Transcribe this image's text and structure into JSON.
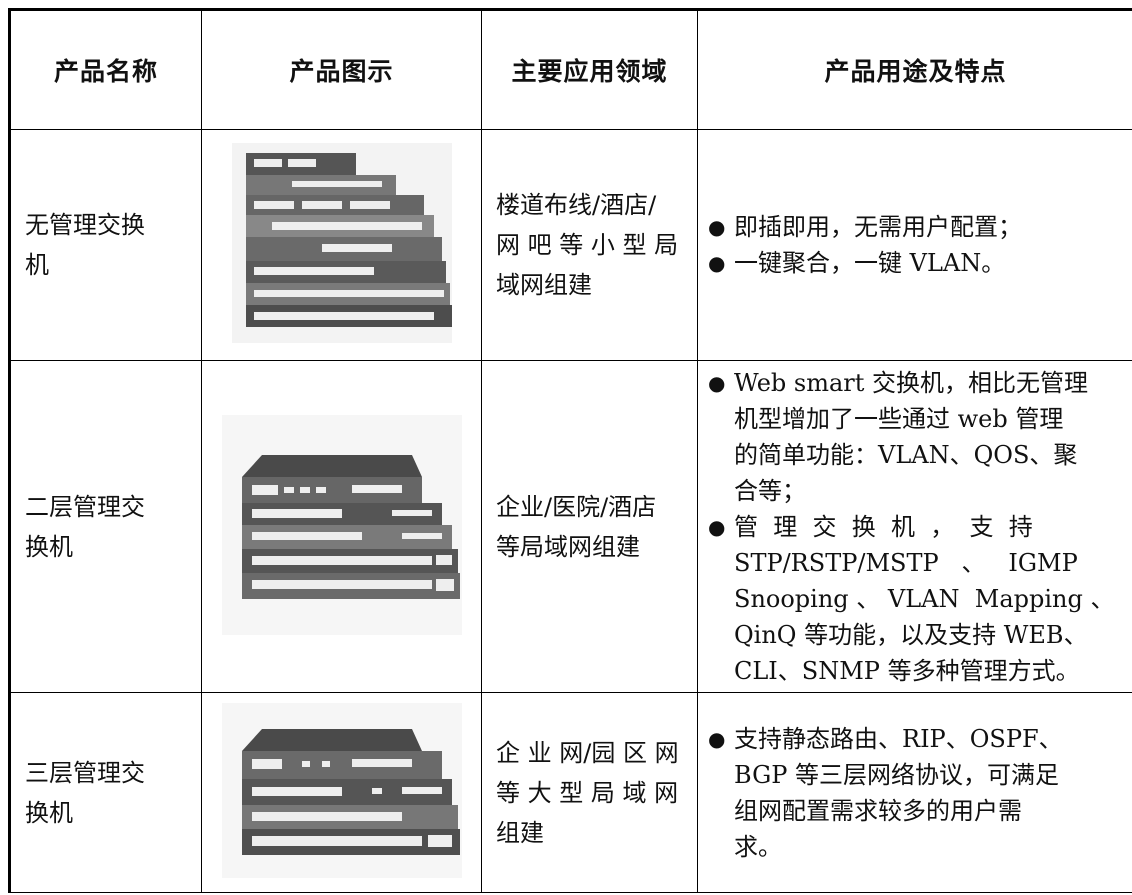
{
  "table": {
    "headers": [
      "产品名称",
      "产品图示",
      "主要应用领域",
      "产品用途及特点"
    ],
    "rows": [
      {
        "name_lines": [
          "无管理交换",
          "机"
        ],
        "area_lines": [
          "楼道布线/酒店/",
          "网 吧 等 小 型 局",
          "域网组建"
        ],
        "features": [
          {
            "lines": [
              "即插即用，无需用户配置；"
            ]
          },
          {
            "lines": [
              "一键聚合，一键 VLAN。"
            ]
          }
        ]
      },
      {
        "name_lines": [
          "二层管理交",
          "换机"
        ],
        "area_lines": [
          "企业/医院/酒店",
          "等局域网组建"
        ],
        "features": [
          {
            "lines": [
              "Web smart 交换机，相比无管理",
              "机型增加了一些通过 web 管理",
              "的简单功能：VLAN、QOS、聚",
              "合等；"
            ]
          },
          {
            "lines": [
              "管  理  交  换  机  ，  支  持",
              "STP/RSTP/MSTP   、   IGMP",
              "Snooping 、 VLAN  Mapping 、",
              "QinQ 等功能，以及支持 WEB、",
              "CLI、SNMP 等多种管理方式。"
            ]
          }
        ]
      },
      {
        "name_lines": [
          "三层管理交",
          "换机"
        ],
        "area_lines": [
          "企 业 网/园 区 网",
          "等 大 型 局 域 网",
          "组建"
        ],
        "features": [
          {
            "lines": [
              "支持静态路由、RIP、OSPF、",
              "BGP 等三层网络协议，可满足",
              "组网配置需求较多的用户需",
              "求。"
            ]
          }
        ]
      }
    ]
  }
}
